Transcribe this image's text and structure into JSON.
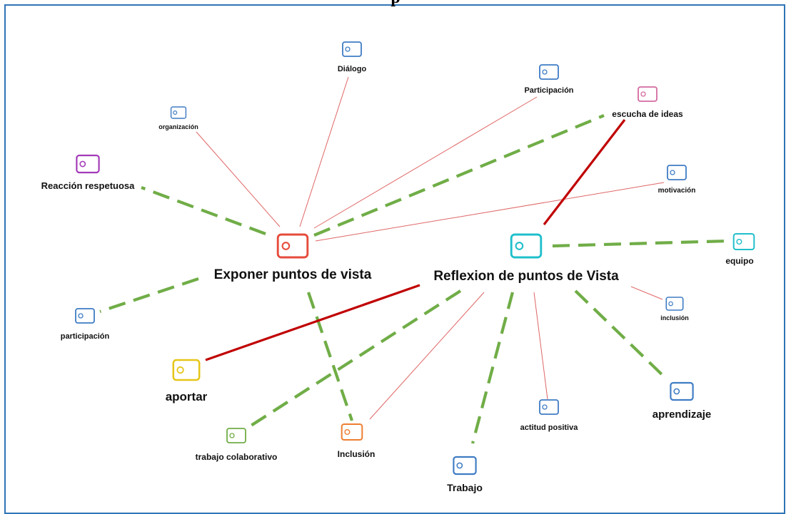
{
  "header": {
    "title_fragment": "p"
  },
  "diagram": {
    "edge_colors": {
      "strong_red": "#c00000",
      "thin_red": "#e06666",
      "dashed_green": "#70ad47"
    },
    "nodes": [
      {
        "id": "exponer",
        "label": "Exponer puntos de vista",
        "color": "#e64b3b",
        "icon": "tag-icon"
      },
      {
        "id": "reflexion",
        "label": "Reflexion de puntos de Vista",
        "color": "#1fbfcb",
        "icon": "tag-icon"
      },
      {
        "id": "dialogo",
        "label": "Diálogo",
        "color": "#3f7cc4",
        "icon": "tag-icon"
      },
      {
        "id": "participacion_top",
        "label": "Participación",
        "color": "#3f7cc4",
        "icon": "tag-icon"
      },
      {
        "id": "escucha",
        "label": "escucha de ideas",
        "color": "#d46aa0",
        "icon": "tag-icon"
      },
      {
        "id": "organizacion",
        "label": "organización",
        "color": "#3f7cc4",
        "icon": "tag-icon"
      },
      {
        "id": "reaccion",
        "label": "Reacción respetuosa",
        "color": "#a33ab8",
        "icon": "tag-icon"
      },
      {
        "id": "motivacion",
        "label": "motivación",
        "color": "#3f7cc4",
        "icon": "tag-icon"
      },
      {
        "id": "equipo",
        "label": "equipo",
        "color": "#1fbfcb",
        "icon": "tag-icon"
      },
      {
        "id": "inclusion_small",
        "label": "inclusión",
        "color": "#3f7cc4",
        "icon": "tag-icon"
      },
      {
        "id": "participacion_left",
        "label": "participación",
        "color": "#3f7cc4",
        "icon": "tag-icon"
      },
      {
        "id": "aportar",
        "label": "aportar",
        "color": "#e6c619",
        "icon": "tag-icon"
      },
      {
        "id": "trabajo_colab",
        "label": "trabajo colaborativo",
        "color": "#70ad47",
        "icon": "tag-icon"
      },
      {
        "id": "inclusion",
        "label": "Inclusión",
        "color": "#ed7d31",
        "icon": "tag-icon"
      },
      {
        "id": "trabajo",
        "label": "Trabajo",
        "color": "#3f7cc4",
        "icon": "tag-icon"
      },
      {
        "id": "actitud",
        "label": "actitud positiva",
        "color": "#3f7cc4",
        "icon": "tag-icon"
      },
      {
        "id": "aprendizaje",
        "label": "aprendizaje",
        "color": "#3f7cc4",
        "icon": "tag-icon"
      }
    ],
    "edges": [
      {
        "from": "exponer",
        "to": "organizacion",
        "style": "thin_red"
      },
      {
        "from": "exponer",
        "to": "dialogo",
        "style": "thin_red"
      },
      {
        "from": "exponer",
        "to": "participacion_top",
        "style": "thin_red"
      },
      {
        "from": "exponer",
        "to": "motivacion",
        "style": "thin_red"
      },
      {
        "from": "exponer",
        "to": "escucha",
        "style": "dashed_green"
      },
      {
        "from": "exponer",
        "to": "reaccion",
        "style": "dashed_green"
      },
      {
        "from": "exponer",
        "to": "participacion_left",
        "style": "dashed_green"
      },
      {
        "from": "exponer",
        "to": "inclusion",
        "style": "dashed_green"
      },
      {
        "from": "reflexion",
        "to": "escucha",
        "style": "strong_red"
      },
      {
        "from": "reflexion",
        "to": "equipo",
        "style": "dashed_green"
      },
      {
        "from": "reflexion",
        "to": "inclusion_small",
        "style": "thin_red"
      },
      {
        "from": "reflexion",
        "to": "aportar",
        "style": "strong_red"
      },
      {
        "from": "reflexion",
        "to": "trabajo_colab",
        "style": "dashed_green"
      },
      {
        "from": "reflexion",
        "to": "inclusion",
        "style": "thin_red"
      },
      {
        "from": "reflexion",
        "to": "trabajo",
        "style": "dashed_green"
      },
      {
        "from": "reflexion",
        "to": "actitud",
        "style": "thin_red"
      },
      {
        "from": "reflexion",
        "to": "aprendizaje",
        "style": "dashed_green"
      }
    ]
  }
}
